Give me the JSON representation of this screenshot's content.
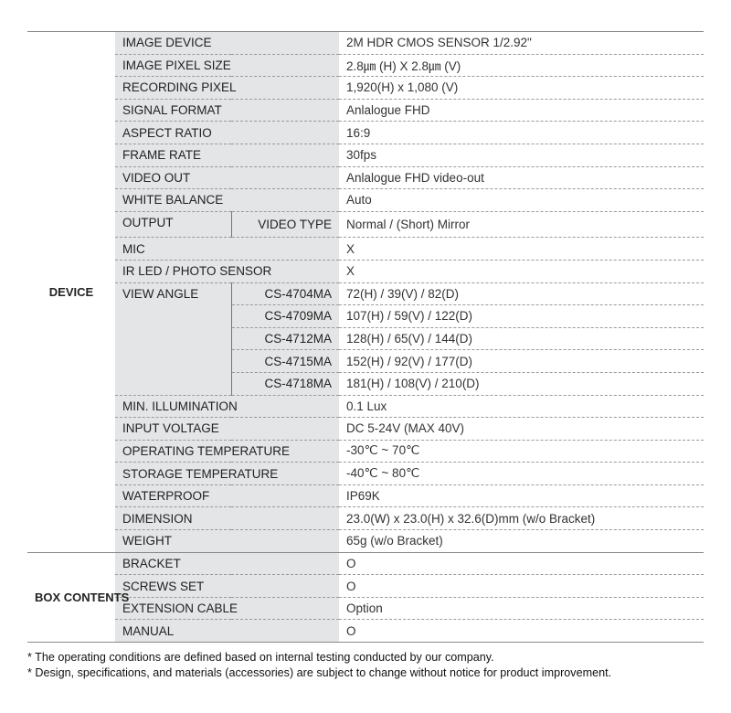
{
  "sections": [
    {
      "category": "DEVICE",
      "rows": [
        {
          "label": "IMAGE DEVICE",
          "value": "2M HDR CMOS SENSOR 1/2.92\""
        },
        {
          "label": "IMAGE PIXEL SIZE",
          "value": "2.8㎛ (H) X 2.8㎛ (V)"
        },
        {
          "label": "RECORDING PIXEL",
          "value": "1,920(H) x 1,080 (V)"
        },
        {
          "label": "SIGNAL FORMAT",
          "value": "Anlalogue FHD"
        },
        {
          "label": "ASPECT RATIO",
          "value": "16:9"
        },
        {
          "label": "FRAME RATE",
          "value": "30fps"
        },
        {
          "label": "VIDEO OUT",
          "value": "Anlalogue FHD video-out"
        },
        {
          "label": "WHITE BALANCE",
          "value": "Auto"
        },
        {
          "label": "OUTPUT",
          "sub": [
            {
              "label": "VIDEO TYPE",
              "value": "Normal / (Short) Mirror"
            }
          ]
        },
        {
          "label": "MIC",
          "value": "X"
        },
        {
          "label": "IR LED / PHOTO SENSOR",
          "value": "X"
        },
        {
          "label": "VIEW ANGLE",
          "sub": [
            {
              "label": "CS-4704MA",
              "value": "72(H) / 39(V) / 82(D)"
            },
            {
              "label": "CS-4709MA",
              "value": "107(H) / 59(V) / 122(D)"
            },
            {
              "label": "CS-4712MA",
              "value": "128(H) / 65(V) / 144(D)"
            },
            {
              "label": "CS-4715MA",
              "value": "152(H) / 92(V) / 177(D)"
            },
            {
              "label": "CS-4718MA",
              "value": "181(H) / 108(V) / 210(D)"
            }
          ]
        },
        {
          "label": "MIN. ILLUMINATION",
          "value": "0.1 Lux"
        },
        {
          "label": "INPUT VOLTAGE",
          "value": "DC 5-24V (MAX 40V)"
        },
        {
          "label": "OPERATING TEMPERATURE",
          "value": "-30℃ ~ 70℃"
        },
        {
          "label": "STORAGE TEMPERATURE",
          "value": "-40℃ ~ 80℃"
        },
        {
          "label": "WATERPROOF",
          "value": "IP69K"
        },
        {
          "label": "DIMENSION",
          "value": "23.0(W) x 23.0(H) x 32.6(D)mm (w/o Bracket)"
        },
        {
          "label": "WEIGHT",
          "value": "65g (w/o Bracket)"
        }
      ]
    },
    {
      "category": "BOX CONTENTS",
      "rows": [
        {
          "label": "BRACKET",
          "value": "O"
        },
        {
          "label": "SCREWS SET",
          "value": "O"
        },
        {
          "label": "EXTENSION CABLE",
          "value": "Option"
        },
        {
          "label": "MANUAL",
          "value": "O"
        }
      ]
    }
  ],
  "notes": [
    "* The operating conditions are defined based on internal testing conducted by our company.",
    "* Design, specifications, and materials (accessories) are subject to change without notice for product improvement."
  ],
  "colors": {
    "label_bg": "#e3e5e6",
    "border": "#888888"
  }
}
